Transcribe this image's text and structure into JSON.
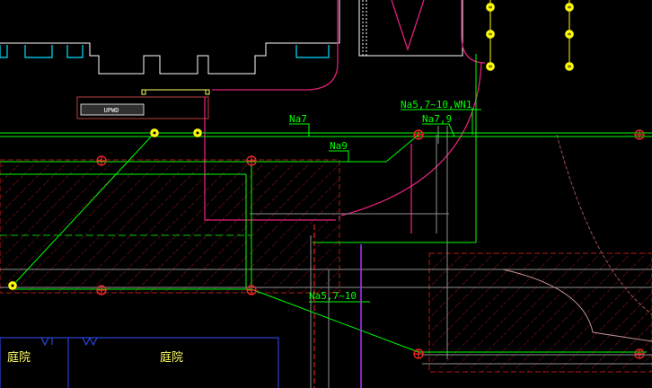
{
  "drawing": {
    "background": "#000000",
    "colors": {
      "green": "#00ff00",
      "red": "#ff2a2a",
      "magenta": "#e0207a",
      "white": "#ffffff",
      "cyan": "#00e0ff",
      "yellow": "#ffff00",
      "hatch": "#b01818",
      "purple": "#b030ff",
      "gray": "#a0a0a0",
      "blue": "#3050ff"
    },
    "labels": {
      "na7": "Na7",
      "na9": "Na9",
      "na5_7_10_wn1": "Na5,7~10,WN1",
      "na7_9": "Na7,9",
      "na5_7_10": "Na5,7~10",
      "room_left": "庭院",
      "room_right": "庭院",
      "door_tag": "UPWD"
    },
    "icons": {
      "light_fixture": "yellow-light-fixture-icon",
      "junction": "red-junction-circle-icon"
    }
  }
}
